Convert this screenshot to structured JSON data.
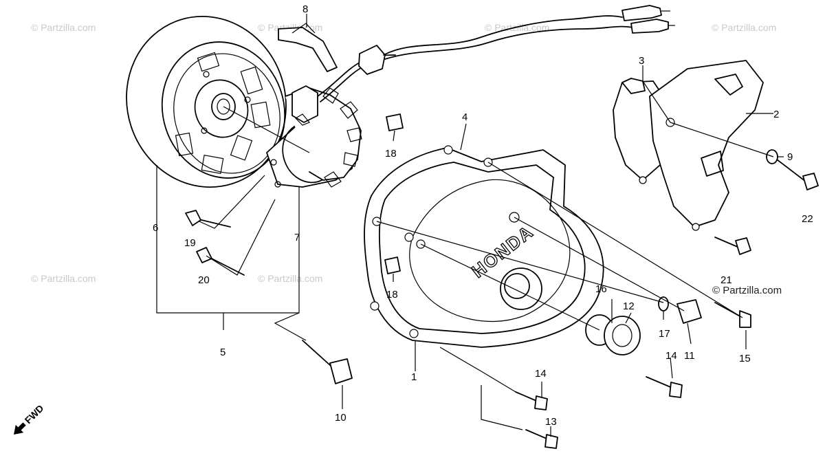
{
  "watermark": {
    "text": "© Partzilla.com",
    "color": "#c9c9c9",
    "dark_text": "© Partzilla.com"
  },
  "cover_brand": "HONDA",
  "direction_label": "FWD",
  "callouts": {
    "p1": "1",
    "p2": "2",
    "p3": "3",
    "p4": "4",
    "p5": "5",
    "p6": "6",
    "p7": "7",
    "p8": "8",
    "p9": "9",
    "p10": "10",
    "p11": "11",
    "p12": "12",
    "p13": "13",
    "p14a": "14",
    "p14b": "14",
    "p15": "15",
    "p16": "16",
    "p17": "17",
    "p18a": "18",
    "p18b": "18",
    "p19": "19",
    "p20": "20",
    "p21": "21",
    "p22": "22"
  }
}
